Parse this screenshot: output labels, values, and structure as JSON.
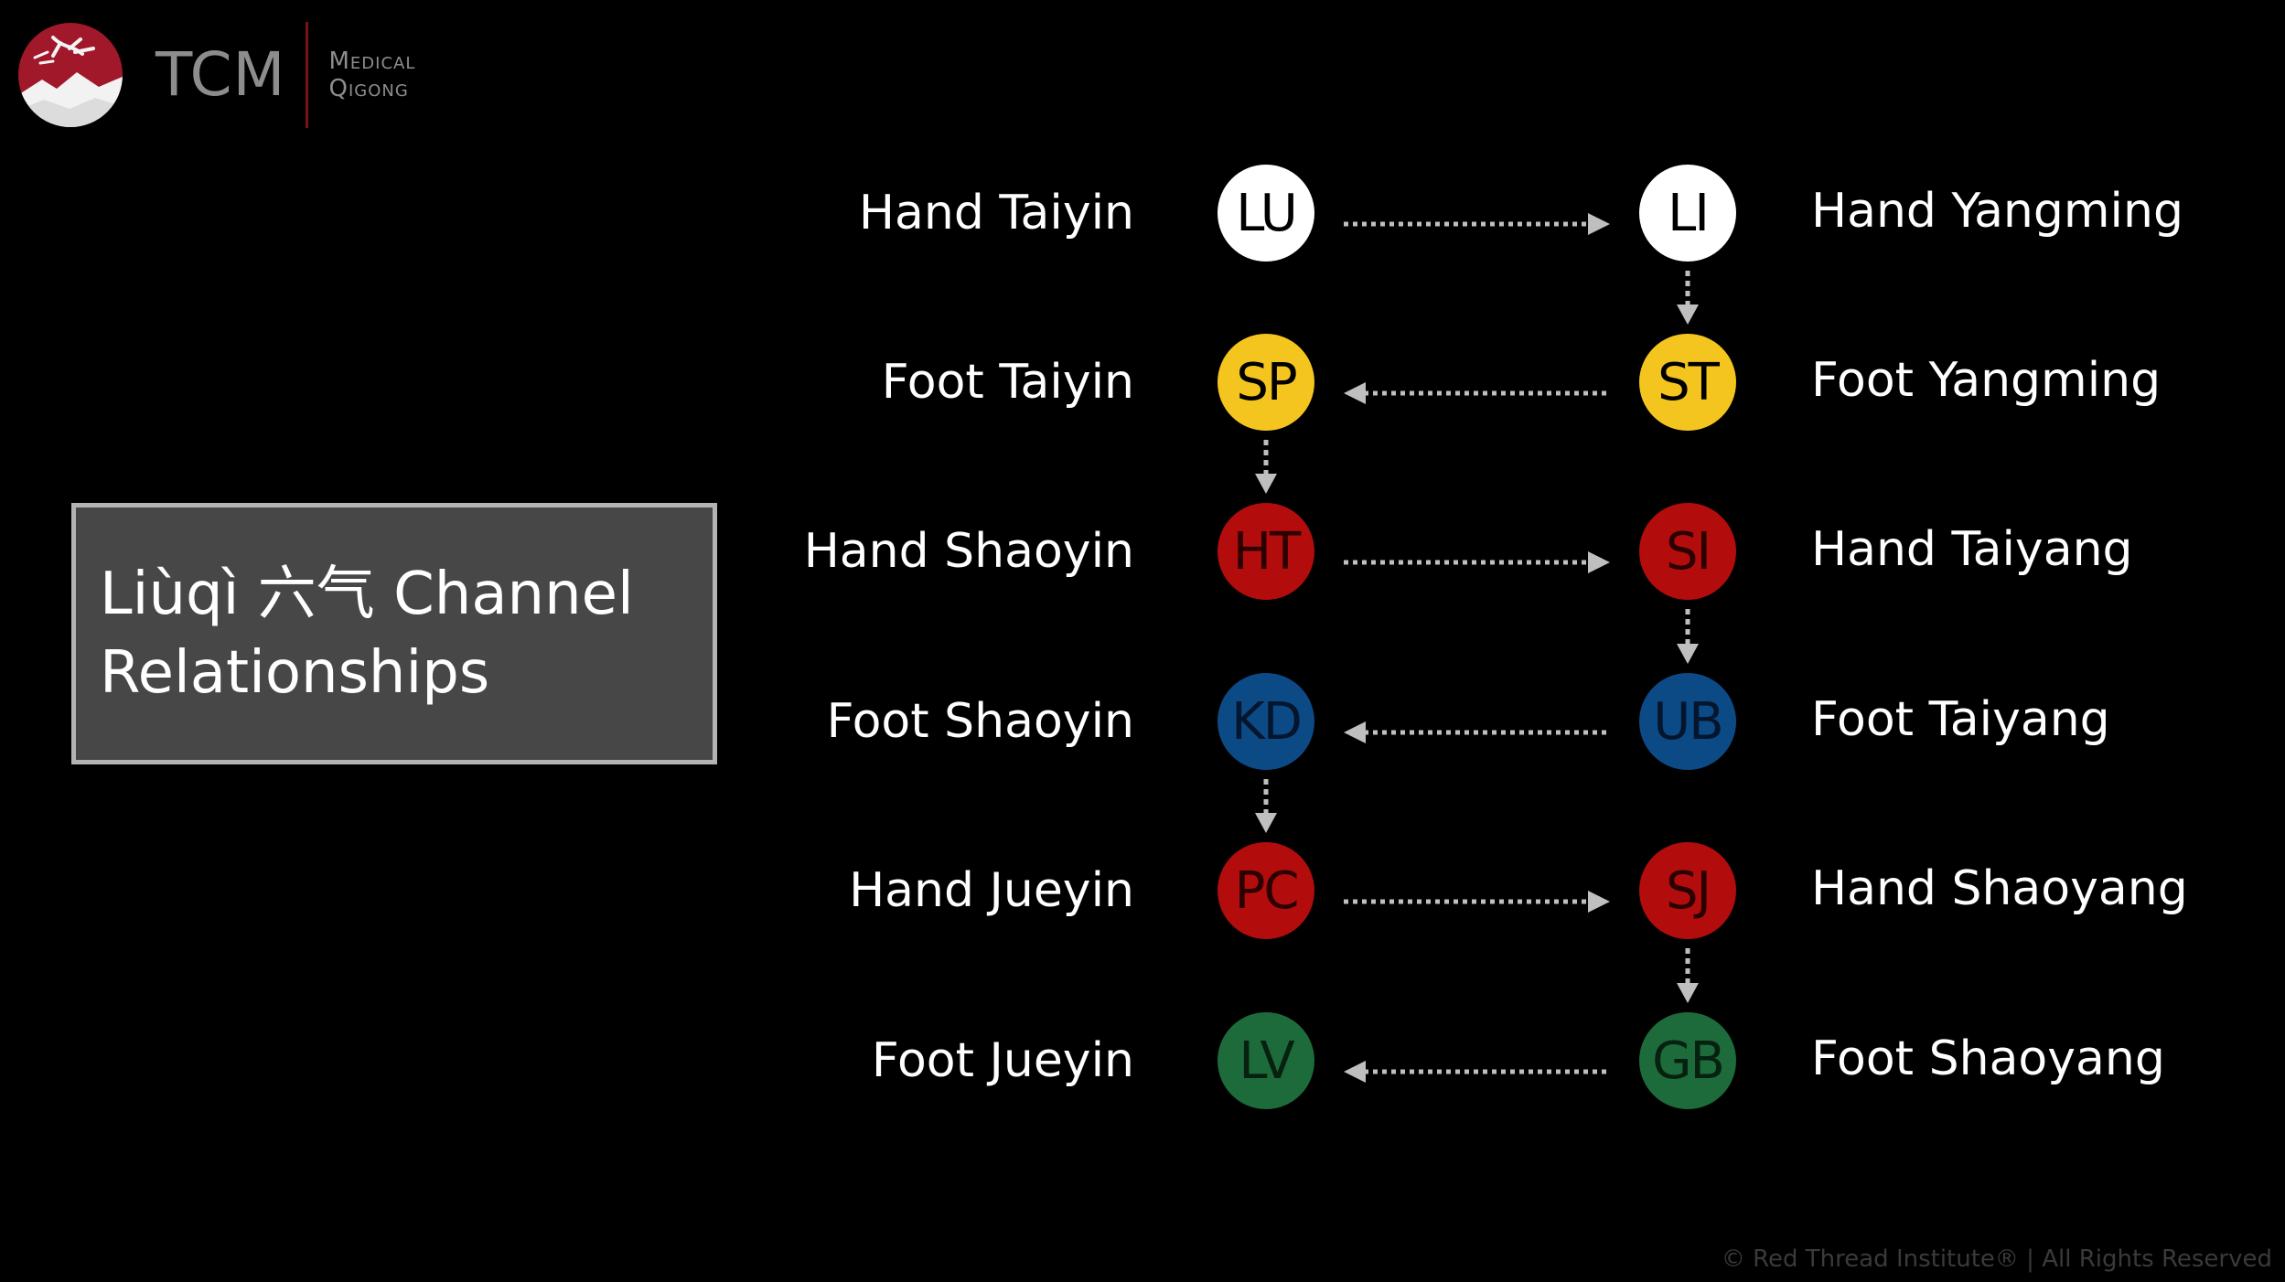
{
  "logo": {
    "name": "TCM",
    "sub_line1": "Medical",
    "sub_line2": "Qigong"
  },
  "title": "Liùqì 六气 Channel Relationships",
  "colors": {
    "white": "#ffffff",
    "yellow": "#f5c51f",
    "red": "#b30c0c",
    "blue": "#0c4a86",
    "green": "#1d6b3a",
    "arrow": "#bfbfbf"
  },
  "rows": [
    {
      "left_label": "Hand Taiyin",
      "left_node": "LU",
      "right_node": "LI",
      "right_label": "Hand Yangming",
      "color": "white",
      "text_color": "#000000",
      "horizontal_direction": "right"
    },
    {
      "left_label": "Foot Taiyin",
      "left_node": "SP",
      "right_node": "ST",
      "right_label": "Foot Yangming",
      "color": "yellow",
      "text_color": "#000000",
      "horizontal_direction": "left"
    },
    {
      "left_label": "Hand Shaoyin",
      "left_node": "HT",
      "right_node": "SI",
      "right_label": "Hand Taiyang",
      "color": "red",
      "text_color": "#2a0000",
      "horizontal_direction": "right"
    },
    {
      "left_label": "Foot Shaoyin",
      "left_node": "KD",
      "right_node": "UB",
      "right_label": "Foot Taiyang",
      "color": "blue",
      "text_color": "#04162e",
      "horizontal_direction": "left"
    },
    {
      "left_label": "Hand Jueyin",
      "left_node": "PC",
      "right_node": "SJ",
      "right_label": "Hand Shaoyang",
      "color": "red",
      "text_color": "#2a0000",
      "horizontal_direction": "right"
    },
    {
      "left_label": "Foot Jueyin",
      "left_node": "LV",
      "right_node": "GB",
      "right_label": "Foot Shaoyang",
      "color": "green",
      "text_color": "#06210f",
      "horizontal_direction": "left"
    }
  ],
  "vertical_links": [
    {
      "from": "LI",
      "to": "ST"
    },
    {
      "from": "SP",
      "to": "HT"
    },
    {
      "from": "SI",
      "to": "UB"
    },
    {
      "from": "KD",
      "to": "PC"
    },
    {
      "from": "SJ",
      "to": "GB"
    }
  ],
  "footer": "© Red Thread Institute®  | All Rights Reserved"
}
